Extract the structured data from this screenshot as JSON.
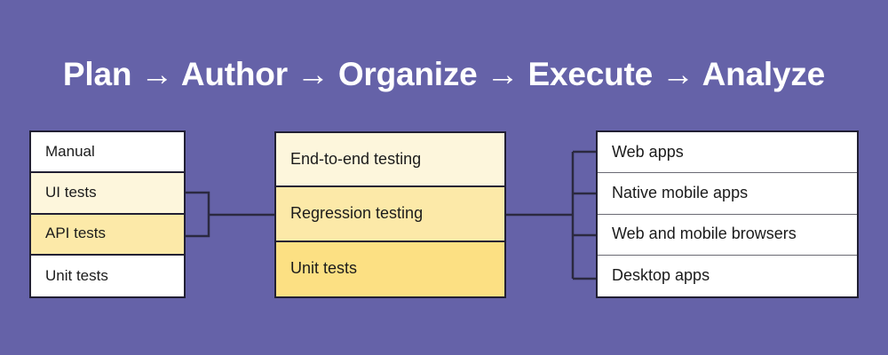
{
  "page": {
    "background_color": "#6562a8",
    "title": "Plan → Author → Organize → Execute → Analyze",
    "title_color": "#ffffff"
  },
  "colors": {
    "background": "#6562a8",
    "border": "#211f33",
    "divider_light": "#6a6a74",
    "white": "#ffffff",
    "cream": "#fdf6dc",
    "yellow": "#fce9a8",
    "gold": "#fce083",
    "text": "#1b1b1b"
  },
  "columns": {
    "plan": {
      "name": "test-types",
      "rows": [
        {
          "label": "Manual",
          "fill": "#ffffff"
        },
        {
          "label": "UI tests",
          "fill": "#fdf6dc"
        },
        {
          "label": "API tests",
          "fill": "#fce9a8"
        },
        {
          "label": "Unit tests",
          "fill": "#ffffff"
        }
      ]
    },
    "author": {
      "name": "test-levels",
      "rows": [
        {
          "label": "End-to-end testing",
          "fill": "#fdf6dc"
        },
        {
          "label": "Regression testing",
          "fill": "#fce9a8"
        },
        {
          "label": "Unit tests",
          "fill": "#fce083"
        }
      ]
    },
    "execute": {
      "name": "test-targets",
      "rows": [
        {
          "label": "Web apps",
          "fill": "#ffffff"
        },
        {
          "label": "Native mobile apps",
          "fill": "#ffffff"
        },
        {
          "label": "Web and mobile browsers",
          "fill": "#ffffff"
        },
        {
          "label": "Desktop apps",
          "fill": "#ffffff"
        }
      ]
    }
  },
  "connectors": {
    "left_bracket": "brace joining UI tests and API tests rows to the middle column",
    "right_bracket": "brace fanning out from the middle column to the four target rows"
  }
}
